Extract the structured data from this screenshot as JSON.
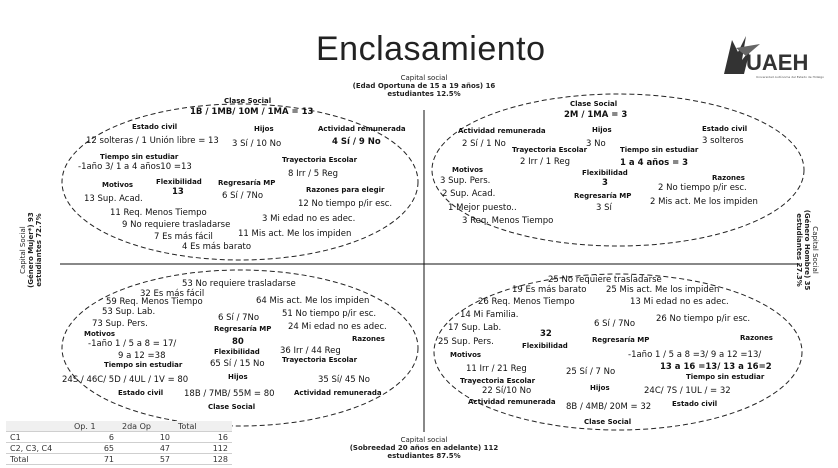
{
  "title": "Enclasamiento",
  "logo": {
    "text": "UAEH",
    "subtext": "Universidad Autónoma del Estado de Hidalgo"
  },
  "captions": {
    "top": {
      "l1": "Capital social",
      "l2": "(Edad Oportuna de 15 a 19 años) 16",
      "l3": "estudiantes 12.5%"
    },
    "bottom": {
      "l1": "Capital social",
      "l2": "(Sobreedad 20 años en adelante) 112",
      "l3": "estudiantes 87.5%"
    },
    "left": {
      "l1": "Capital Social",
      "l2": "(Género Mujer*) 93",
      "l3": "estudiantes 72.7%"
    },
    "right": {
      "l1": "Capital Social",
      "l2": "(Género Hombre) 35",
      "l3": "estudiantes 27.3%"
    }
  },
  "q1": {
    "clase_social_h": "Clase Social",
    "clase_social": "1B / 1MB/ 10M / 1MA = 13",
    "estado_civil_h": "Estado civil",
    "estado_civil": "12 solteras / 1 Unión libre = 13",
    "hijos_h": "Hijos",
    "hijos": "3 Sí / 10 No",
    "act_rem_h": "Actividad remunerada",
    "act_rem": "4 Sí / 9 No",
    "tiempo_h": "Tiempo sin estudiar",
    "tiempo": "-1año 3/ 1 a 4 años10 =13",
    "trayectoria_h": "Trayectoria Escolar",
    "trayectoria": "8 Irr / 5 Reg",
    "motivos_h": "Motivos",
    "motivos": "13 Sup. Acad.",
    "flexibilidad_h": "Flexibilidad",
    "flexibilidad": "13",
    "regresaria_h": "Regresaría MP",
    "regresaria": "6 Sí / 7No",
    "razones_h": "Razones para elegir",
    "razones": "12 No tiempo p/ir esc.",
    "m1": "11 Req. Menos Tiempo",
    "m2": "9 No requiere trasladarse",
    "m3": "7 Es más fácil",
    "m4": "4 Es más barato",
    "r2": "3 Mi edad no es adec.",
    "r3": "11 Mis act. Me los impiden"
  },
  "q2": {
    "clase_social_h": "Clase Social",
    "clase_social": "2M / 1MA = 3",
    "act_rem_h": "Actividad remunerada",
    "act_rem": "2 Sí / 1 No",
    "hijos_h": "Hijos",
    "hijos": "3 No",
    "estado_civil_h": "Estado civil",
    "estado_civil": "3 solteros",
    "trayectoria_h": "Trayectoria Escolar",
    "trayectoria": "2 Irr / 1 Reg",
    "tiempo_h": "Tiempo sin estudiar",
    "tiempo": "1 a 4 años = 3",
    "motivos_h": "Motivos",
    "motivos": "3 Sup. Pers.",
    "flexibilidad_h": "Flexibilidad",
    "flexibilidad": "3",
    "regresaria_h": "Regresaría MP",
    "regresaria": "3 Sí",
    "razones_h": "Razones",
    "razones": "2 No tiempo p/ir esc.",
    "r2": "2 Mis act. Me los impiden",
    "m2": "2 Sup. Acad.",
    "m3": "1 Mejor puesto..",
    "m4": "3 Req. Menos Tiempo"
  },
  "q3": {
    "top": "53 No requiere trasladarse",
    "m1": "32 Es más fácil",
    "m2": "59 Req. Menos Tiempo",
    "m3": "53 Sup. Lab.",
    "m4": "73 Sup. Pers.",
    "motivos_h": "Motivos",
    "tiempo": "-1año 1 / 5 a 8 = 17/",
    "tiempo2": "9 a 12 =38",
    "tiempo_h": "Tiempo sin estudiar",
    "hijos_h": "Hijos",
    "hijos": "6 Sí / 7No",
    "regresaria_h": "Regresaría MP",
    "regresaria": "80",
    "flexibilidad_h": "Flexibilidad",
    "flexibilidad": "65 Sí / 15 No",
    "r1": "64 Mis act. Me los impiden",
    "r2": "51 No tiempo p/ir esc.",
    "r3": "24 Mi edad no es adec.",
    "razones_h": "Razones",
    "trayectoria": "36 Irr / 44 Reg",
    "trayectoria_h": "Trayectoria Escolar",
    "estado_civil": "24S / 46C/ 5D / 4UL / 1V = 80",
    "estado_civil_h": "Estado civil",
    "hijos2_h": "Hijos",
    "act_rem": "35 Sí/ 45 No",
    "act_rem_h": "Actividad remunerada",
    "clase_social": "18B / 7MB/ 55M = 80",
    "clase_social_h": "Clase Social"
  },
  "q4": {
    "top": "25 No requiere trasladarse",
    "m1": "19 Es más barato",
    "m1b": "25 Mis act. Me los impiden",
    "m2": "26 Req. Menos Tiempo",
    "r3": "13 Mi edad no es adec.",
    "m3": "14 Mi Familia.",
    "r2": "26 No tiempo p/ir esc.",
    "m4": "17 Sup. Lab.",
    "hijos": "6 Sí / 7No",
    "razones_h": "Razones",
    "flexibilidad": "32",
    "flexibilidad_h": "Flexibilidad",
    "m5": "25 Sup. Pers.",
    "regresaria_h": "Regresaría MP",
    "motivos_h": "Motivos",
    "tiempo": "-1año 1 / 5 a 8 =3/ 9 a 12 =13/",
    "tiempo2": "13 a 16 =13/ 13 a 16=2",
    "tiempo_h": "Tiempo sin estudiar",
    "trayectoria": "11 Irr / 21 Reg",
    "regresaria": "25 Sí / 7 No",
    "trayectoria_h": "Trayectoria Escolar",
    "act_rem": "22 Sí/10 No",
    "hijos_h": "Hijos",
    "estado_civil": "24C/ 7S / 1UL / = 32",
    "act_rem_h": "Actividad remunerada",
    "clase_social": "8B / 4MB/ 20M = 32",
    "estado_civil_h": "Estado civil",
    "clase_social_h": "Clase Social"
  },
  "table": {
    "headers": [
      "",
      "Op. 1",
      "2da Op",
      "Total"
    ],
    "rows": [
      [
        "C1",
        "6",
        "10",
        "16"
      ],
      [
        "C2, C3, C4",
        "65",
        "47",
        "112"
      ],
      [
        "Total",
        "71",
        "57",
        "128"
      ]
    ]
  }
}
